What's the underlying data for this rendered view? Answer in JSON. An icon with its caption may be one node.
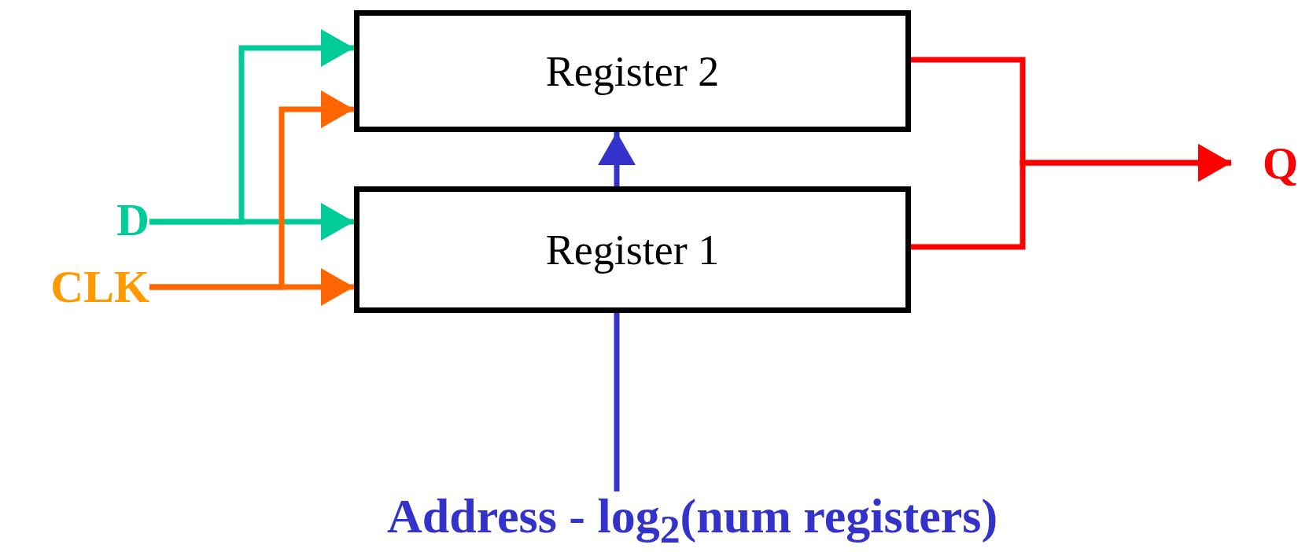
{
  "diagram": {
    "nodes": [
      {
        "text": [
          "Register 2"
        ]
      },
      {
        "text": [
          "Register 1"
        ]
      },
      {
        "text": [
          "D"
        ]
      },
      {
        "text": [
          "CLK"
        ]
      },
      {
        "text": [
          "Q"
        ]
      },
      {
        "text": [
          "Address - log$_{2}$(num registers)"
        ]
      }
    ],
    "edges": [
      {
        "from": 2,
        "to": 0,
        "arrow": "to",
        "color": "#00cc99"
      },
      {
        "from": 2,
        "to": 1,
        "arrow": "to",
        "color": "#00cc99"
      },
      {
        "from": 3,
        "to": 0,
        "arrow": "to",
        "color": "#ff6600"
      },
      {
        "from": 3,
        "to": 1,
        "arrow": "to",
        "color": "#ff6600"
      },
      {
        "from": 0,
        "to": 4,
        "arrow": "to",
        "color": "#ff0000"
      },
      {
        "from": 1,
        "to": 4,
        "arrow": "to",
        "color": "#ff0000"
      },
      {
        "from": 5,
        "to": 1,
        "arrow": "none",
        "color": "#3333cc"
      },
      {
        "from": 1,
        "to": 0,
        "arrow": "to",
        "color": "#3333cc"
      }
    ]
  }
}
